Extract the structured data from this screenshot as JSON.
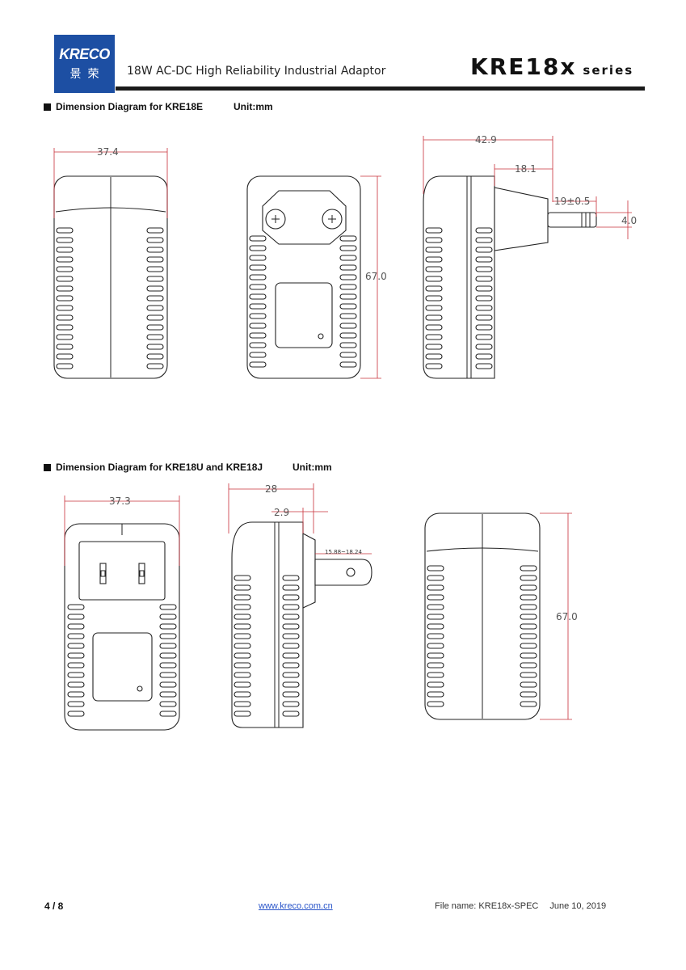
{
  "header": {
    "logo_text": "KRECO",
    "logo_cn": "景荣",
    "subtitle": "18W AC-DC High Reliability Industrial Adaptor",
    "model": "KRE18x",
    "series": "series"
  },
  "sections": [
    {
      "title": "Dimension Diagram for KRE18E",
      "unit": "Unit:mm"
    },
    {
      "title": "Dimension Diagram for KRE18U and KRE18J",
      "unit": "Unit:mm"
    }
  ],
  "kre18e": {
    "width": "37.4",
    "height": "67.0",
    "depth": "42.9",
    "plug_offset": "18.1",
    "pin_length": "19±0.5",
    "pin_diameter": "4.0"
  },
  "kre18u": {
    "width": "37.3",
    "depth": "28",
    "plug_offset": "2.9",
    "pin_length": "15.88~18.24",
    "height": "67.0"
  },
  "footer": {
    "page": "4 / 8",
    "url": "www.kreco.com.cn",
    "file_name": "File name: KRE18x-SPEC",
    "date": "June 10, 2019"
  },
  "colors": {
    "logo_blue": "#1d4fa3",
    "dimension_red": "#c8303a",
    "link_blue": "#2a55c9"
  }
}
